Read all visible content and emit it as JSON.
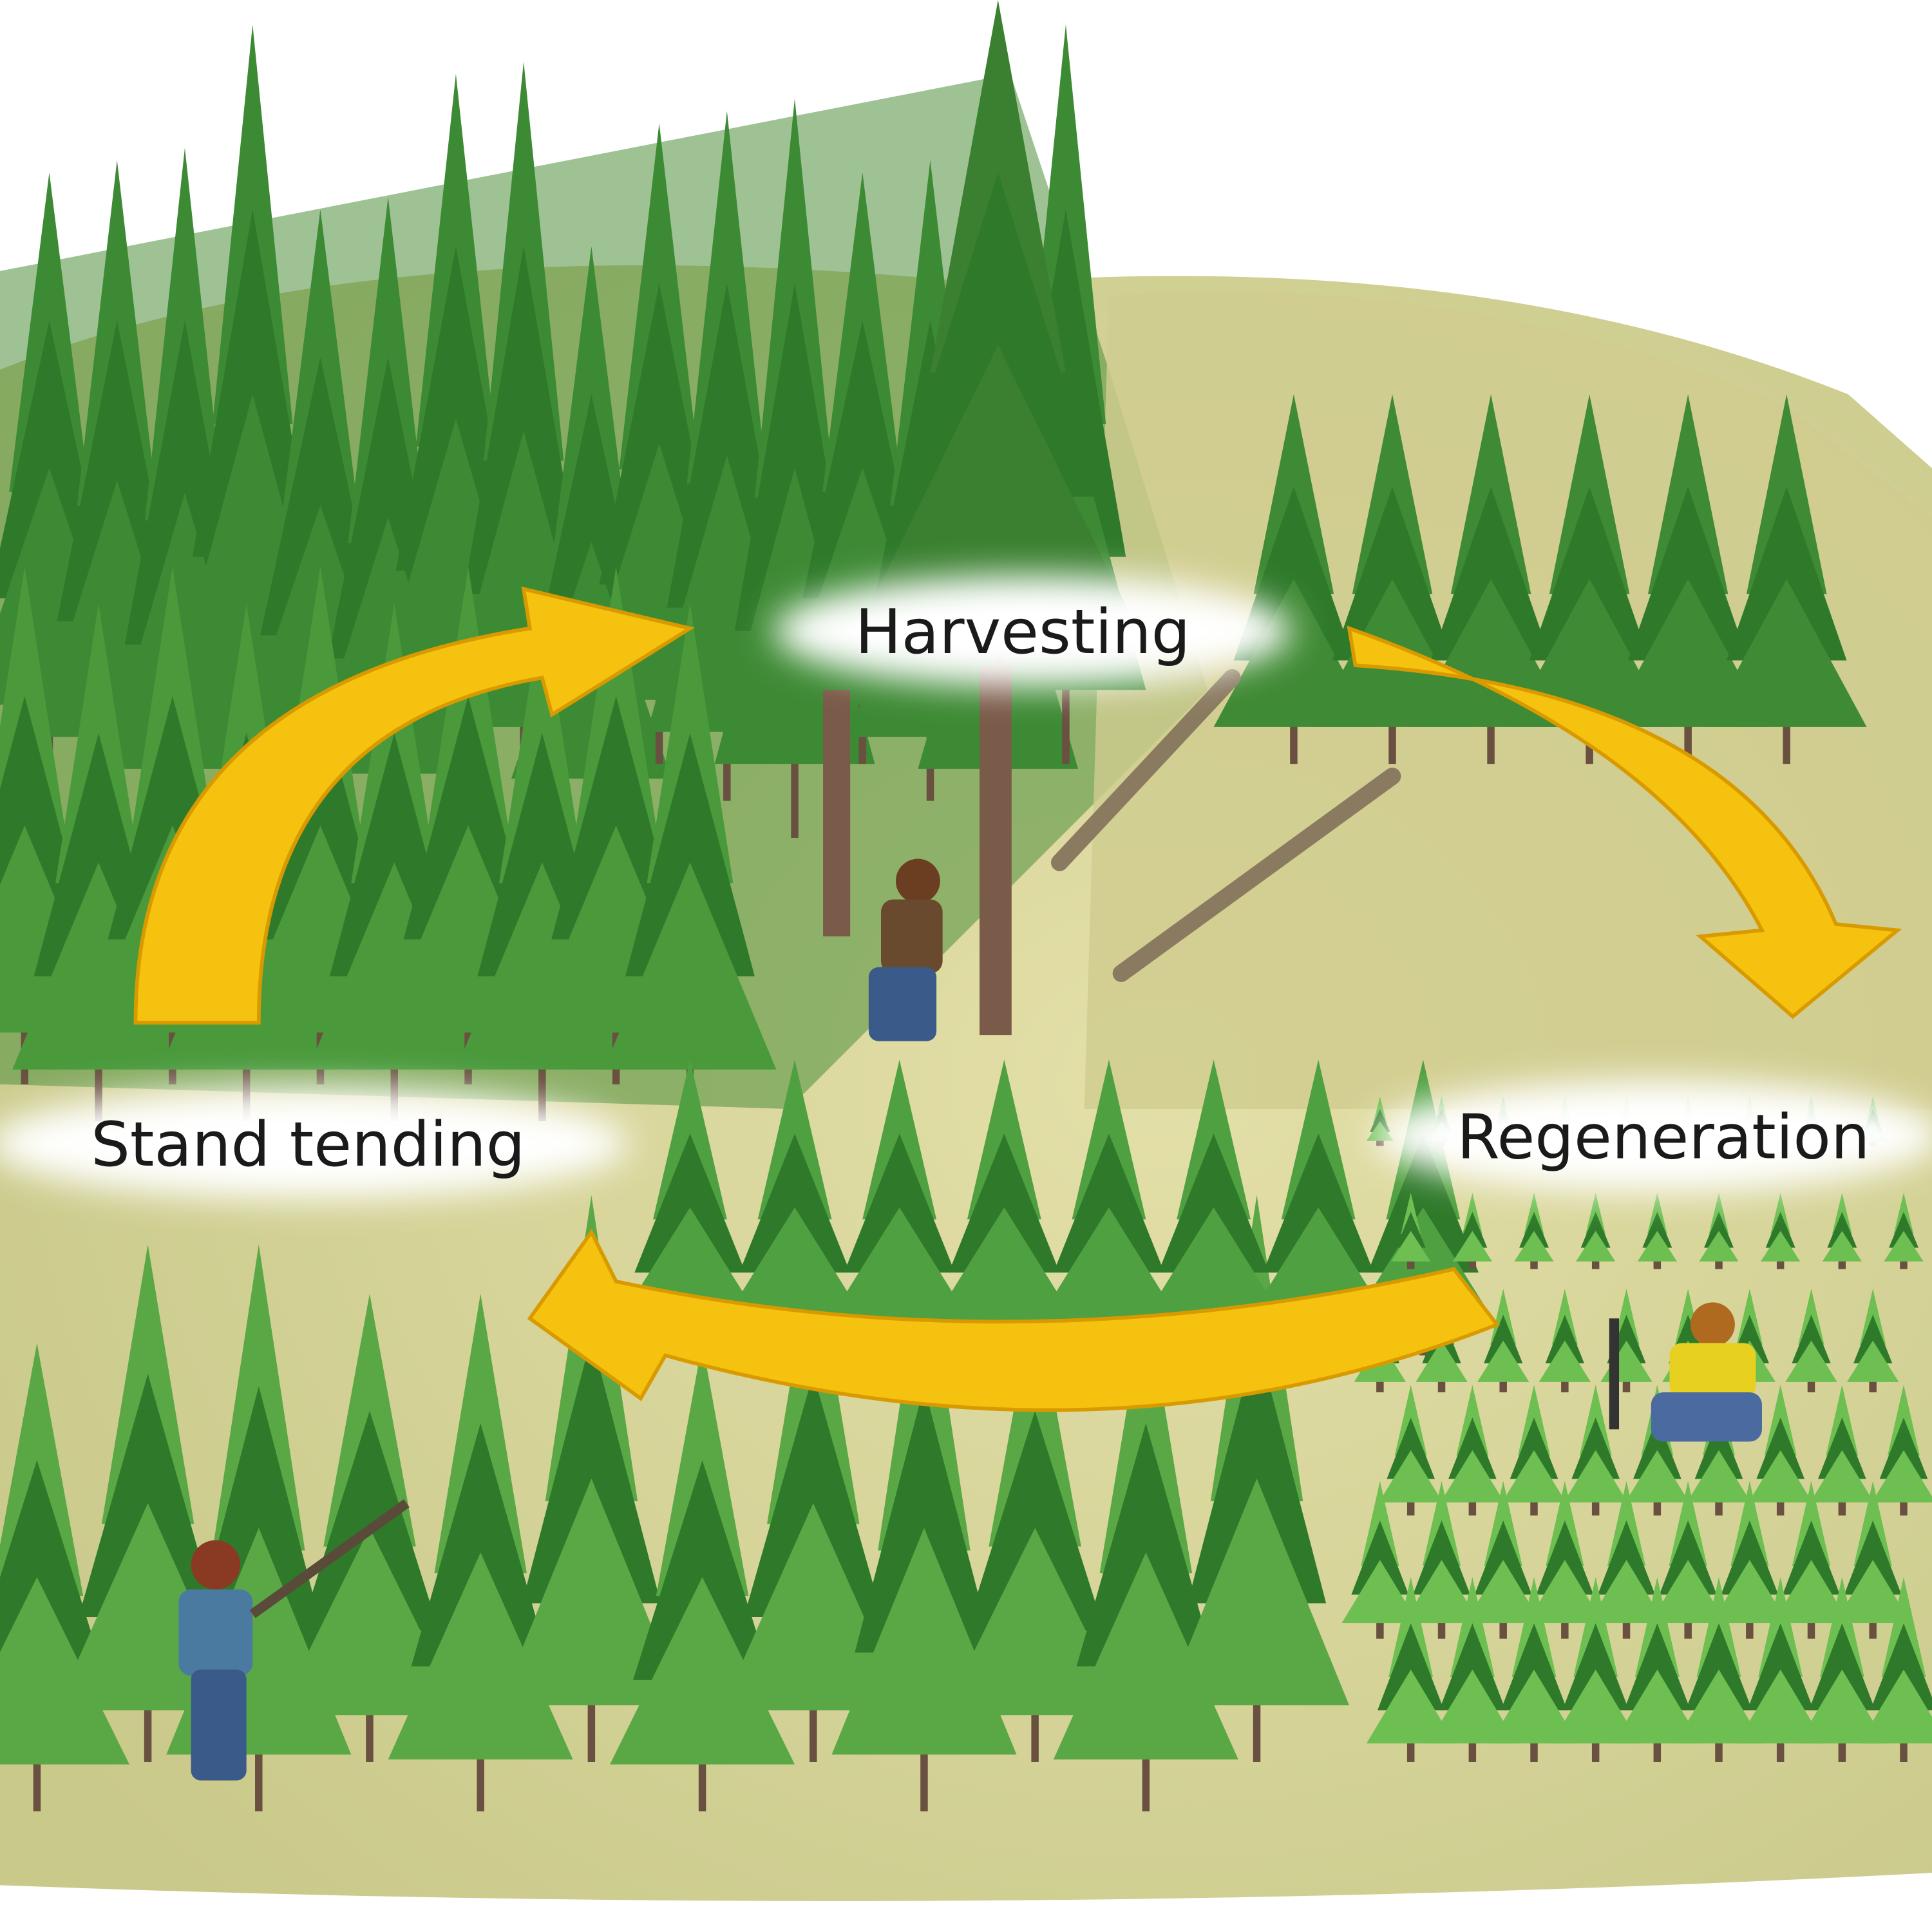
{
  "diagram": {
    "title": "Forest management cycle",
    "stages": [
      {
        "id": "harvesting",
        "label": "Harvesting"
      },
      {
        "id": "regeneration",
        "label": "Regeneration"
      },
      {
        "id": "stand_tending",
        "label": "Stand tending"
      }
    ],
    "flow": [
      {
        "from": "stand_tending",
        "to": "harvesting"
      },
      {
        "from": "harvesting",
        "to": "regeneration"
      },
      {
        "from": "regeneration",
        "to": "stand_tending"
      }
    ],
    "colors": {
      "arrow": "#f5c20f",
      "arrow_edge": "#d99a00",
      "tree_dark": "#2f7a2a",
      "tree_light": "#5aa845",
      "ground": "#d9d59a",
      "label_glow": "#ffffff"
    }
  }
}
